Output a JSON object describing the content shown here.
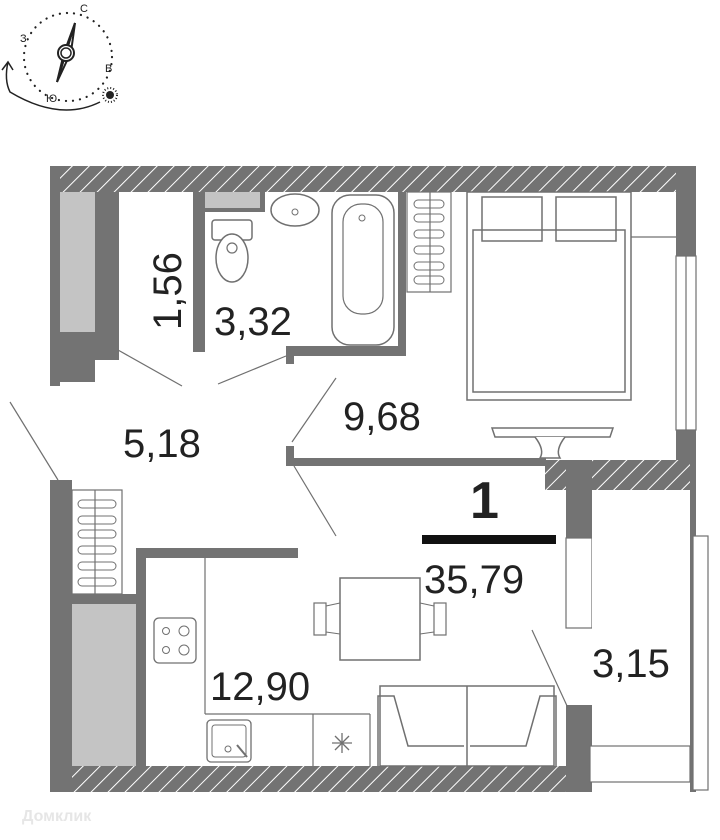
{
  "compass": {
    "north": "С",
    "west": "З",
    "east": "В",
    "south": "Ю"
  },
  "apartment": {
    "rooms_count": "1",
    "total_area": "35,79"
  },
  "rooms": {
    "storage": "1,56",
    "bathroom": "3,32",
    "bedroom": "9,68",
    "hallway": "5,18",
    "kitchen_living": "12,90",
    "balcony": "3,15"
  },
  "watermark": "Домклик",
  "colors": {
    "wall": "#737373",
    "fill_gray": "#c4c4c4",
    "line": "#707070",
    "text": "#222222"
  }
}
